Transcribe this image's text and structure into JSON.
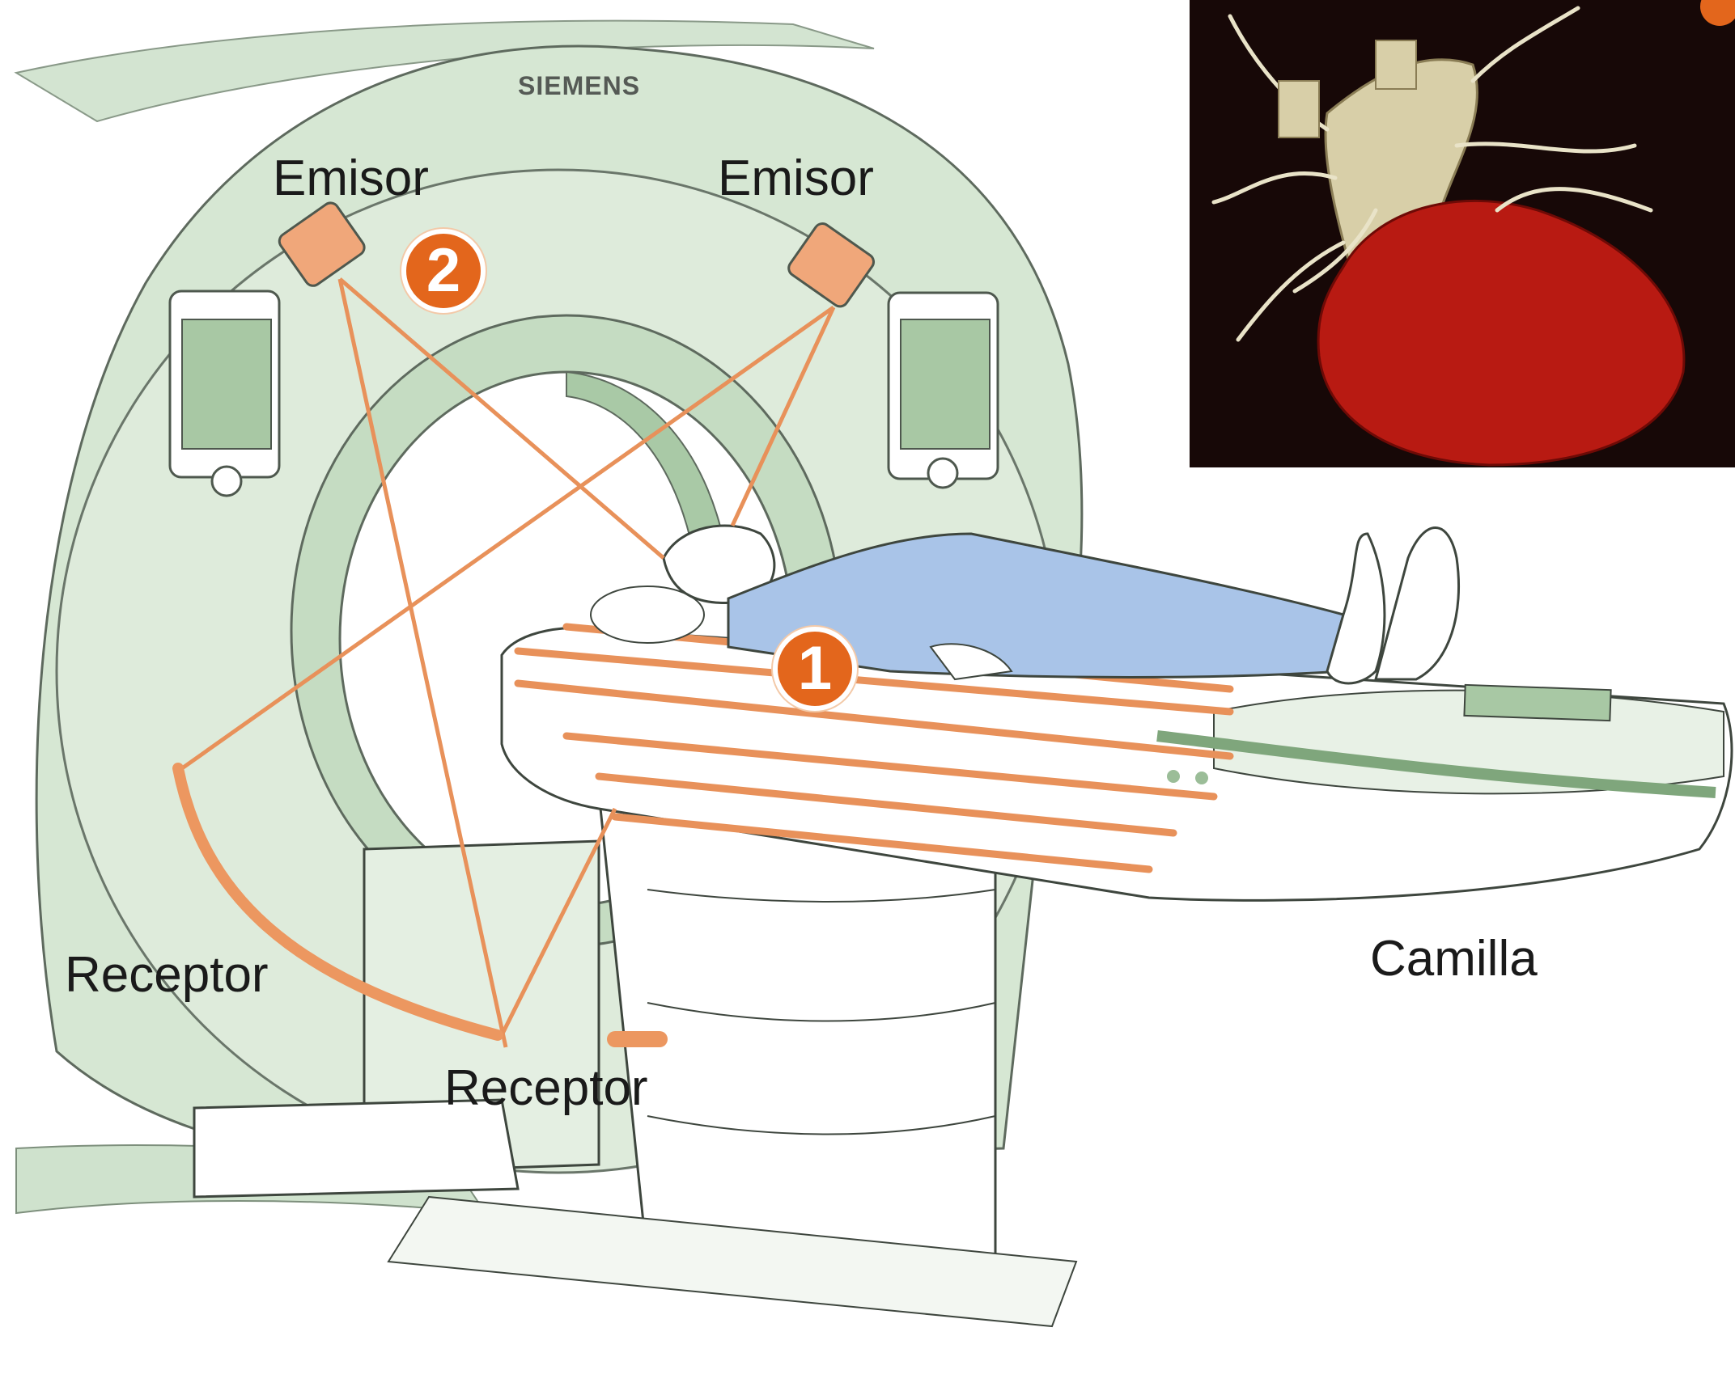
{
  "brand": "SIEMENS",
  "labels": {
    "emitter_left": "Emisor",
    "emitter_right": "Emisor",
    "receptor_left": "Receptor",
    "receptor_bottom": "Receptor",
    "table": "Camilla"
  },
  "badges": {
    "one": "1",
    "two": "2"
  },
  "colors": {
    "accent": "#e3661c",
    "beam": "#e8915a",
    "gantry_green": "#cfe2cd",
    "patient_blue": "#a9c4e8",
    "inset_bg": "#1a0a08",
    "heart_red": "#b81a12"
  }
}
